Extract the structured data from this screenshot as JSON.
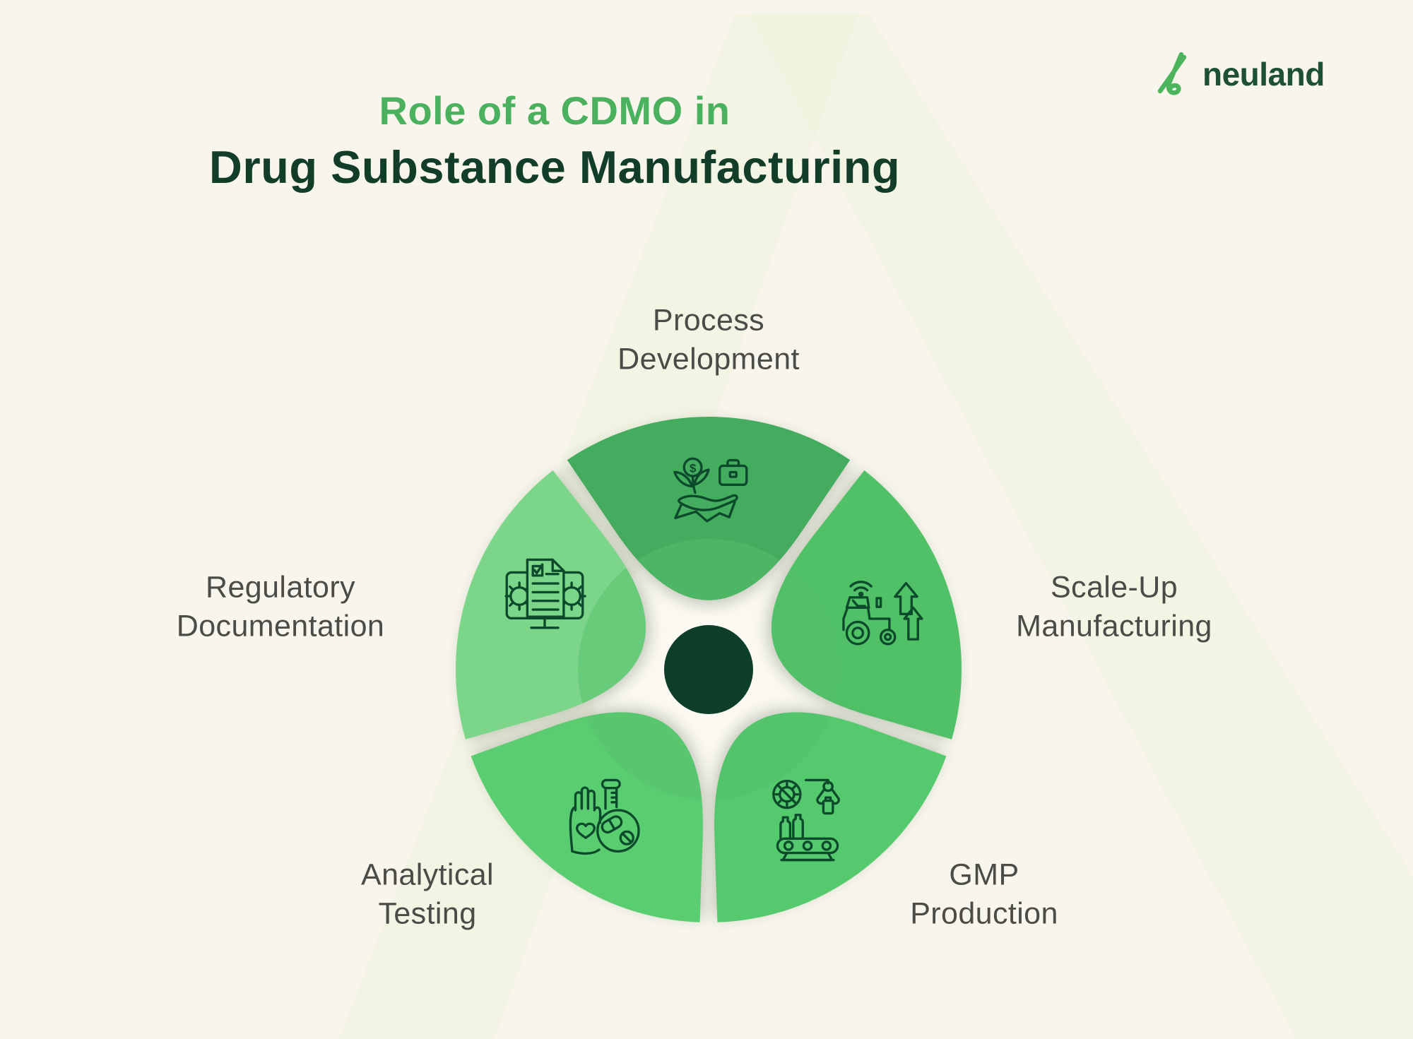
{
  "logo": {
    "text": "neuland",
    "text_color": "#1e5134",
    "icon": "neuland-monogram-droplet-icon",
    "icon_color": "#4db45e"
  },
  "title": {
    "line1": "Role of a CDMO in",
    "line2": "Drug Substance Manufacturing",
    "line1_color": "#4cb15f",
    "line2_color": "#123d29"
  },
  "wheel": {
    "type": "circular-cycle-diagram",
    "center_dot_color": "#0c3e28",
    "label_color": "#4b4b47",
    "icon_stroke_color": "#0b4a2b",
    "background_color": "#f8f6ec",
    "segments": [
      {
        "id": "process-development",
        "label": "Process Development",
        "lines": [
          "Process",
          "Development"
        ],
        "color": "#44ac5e",
        "icon": "hand-plant-coin-briefcase-icon",
        "position": "top"
      },
      {
        "id": "scale-up-manufacturing",
        "label": "Scale-Up Manufacturing",
        "lines": [
          "Scale-Up",
          "Manufacturing"
        ],
        "color": "#50c167",
        "icon": "tractor-wifi-up-arrows-icon",
        "position": "right"
      },
      {
        "id": "gmp-production",
        "label": "GMP Production",
        "lines": [
          "GMP",
          "Production"
        ],
        "color": "#55c96d",
        "icon": "sterile-conveyor-robot-arm-icon",
        "position": "bottom-right"
      },
      {
        "id": "analytical-testing",
        "label": "Analytical Testing",
        "lines": [
          "Analytical",
          "Testing"
        ],
        "color": "#5bcd71",
        "icon": "hand-heart-testtube-pills-icon",
        "position": "bottom-left"
      },
      {
        "id": "regulatory-documentation",
        "label": "Regulatory Documentation",
        "lines": [
          "Regulatory",
          "Documentation"
        ],
        "color": "#7cd689",
        "icon": "monitor-document-checklist-gears-icon",
        "position": "left"
      }
    ]
  }
}
